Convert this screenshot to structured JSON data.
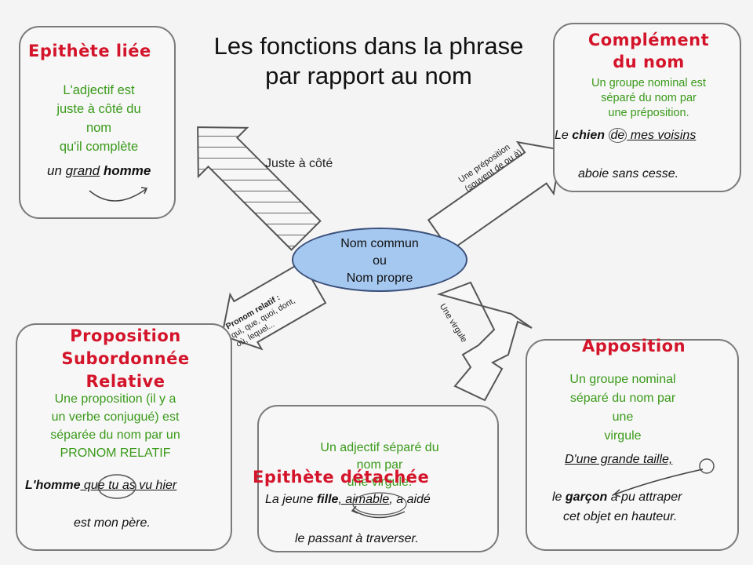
{
  "title": {
    "line1": "Les fonctions dans la phrase",
    "line2": "par rapport au nom"
  },
  "center": {
    "line1": "Nom commun",
    "line2": "ou",
    "line3": "Nom propre"
  },
  "arrows": {
    "top_left": "Juste à côté",
    "top_right_line1": "Une préposition",
    "top_right_line2": "(souvent de ou à)",
    "bottom_right": "Une virgule",
    "bottom_left_line1": "Pronom relatif :",
    "bottom_left_line2": "qui, que, quoi, dont,",
    "bottom_left_line3": "où, lequel..."
  },
  "epithete_liee": {
    "heading": "Epithète liée",
    "desc": [
      "L'adjectif est",
      "juste à côté du",
      "nom",
      "qu'il complète"
    ],
    "example_a": "un ",
    "example_b": "grand",
    "example_c": " homme"
  },
  "complement_du_nom": {
    "heading_line1": "Complément",
    "heading_line2": "du nom",
    "desc": [
      "Un groupe nominal est",
      "séparé du nom par",
      "une préposition."
    ],
    "ex_le": "Le ",
    "ex_chien": "chien",
    "ex_de": "de",
    "ex_rest": " mes voisins",
    "ex_line2": "aboie sans cesse."
  },
  "proposition_relative": {
    "heading_line1": "Proposition",
    "heading_line2": "Subordonnée",
    "heading_line3": "Relative",
    "desc": [
      "Une proposition (il y a",
      "un verbe conjugué) est",
      "séparée du nom par un",
      "PRONOM RELATIF"
    ],
    "ex_l": "L'",
    "ex_homme": "homme",
    "ex_rest": " que tu as vu hier",
    "ex_line2": "est mon père."
  },
  "epithete_detachee": {
    "desc": [
      "Un adjectif séparé du",
      "nom par",
      "une virgule."
    ],
    "heading": "Epithète détachée",
    "ex_a": "La jeune ",
    "ex_fille": "fille",
    "ex_b": ", aimable",
    "ex_c": ", a aidé",
    "ex_line2": "le passant à traverser."
  },
  "apposition": {
    "heading": "Apposition",
    "desc": [
      "Un groupe nominal",
      "séparé du nom par",
      "une",
      "virgule"
    ],
    "ex_line1": "D'une grande taille,",
    "ex_le": "le ",
    "ex_garcon": "garçon",
    "ex_rest": " a pu attraper",
    "ex_line3": "cet objet en hauteur."
  }
}
